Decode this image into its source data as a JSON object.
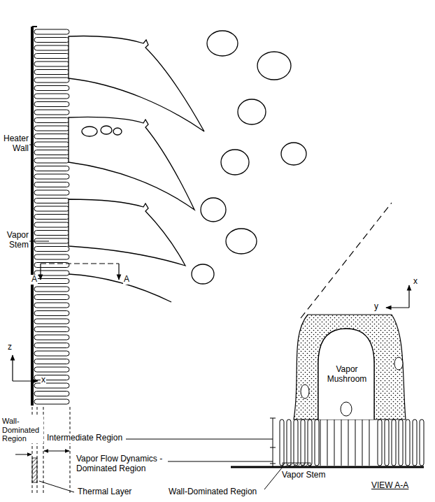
{
  "diagram": {
    "labels": [
      "Heater Wall",
      "Vapor Stem",
      "z",
      "x",
      "A",
      "A",
      "Wall- Dominated Region",
      "Intermediate Region",
      "Vapor Flow Dynamics - Dominated Region",
      "Thermal Layer",
      "Wall-Dominated Region",
      "Vapor Mushroom",
      "Vapor Stem",
      "VIEW A-A",
      "x",
      "y"
    ]
  }
}
